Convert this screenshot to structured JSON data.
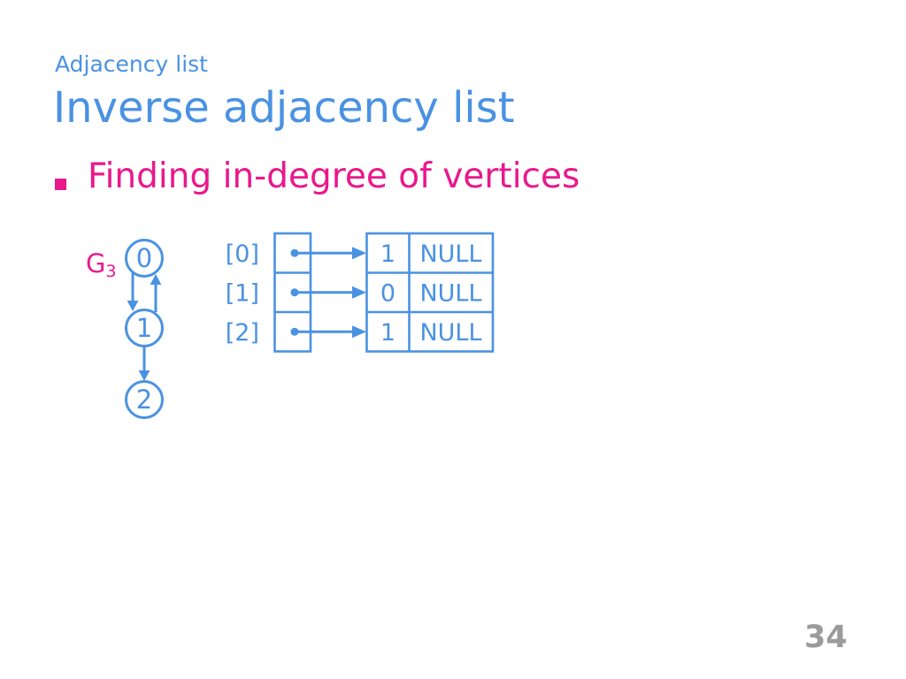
{
  "slide": {
    "eyebrow": "Adjacency list",
    "title": "Inverse adjacency list",
    "bullet_text": "Finding in-degree of vertices",
    "page_number": "34"
  },
  "colors": {
    "blue": "#4a92e2",
    "pink": "#e9188c",
    "gray": "#9b9b9b",
    "background": "#ffffff"
  },
  "graph": {
    "name": "G",
    "name_subscript": "3",
    "nodes": [
      {
        "label": "0"
      },
      {
        "label": "1"
      },
      {
        "label": "2"
      }
    ],
    "edges": [
      {
        "from": "0",
        "to": "1"
      },
      {
        "from": "1",
        "to": "0"
      },
      {
        "from": "1",
        "to": "2"
      }
    ]
  },
  "inverse_adjacency_list": {
    "rows": [
      {
        "index_label": "[0]",
        "vertex": "1",
        "next": "NULL"
      },
      {
        "index_label": "[1]",
        "vertex": "0",
        "next": "NULL"
      },
      {
        "index_label": "[2]",
        "vertex": "1",
        "next": "NULL"
      }
    ]
  }
}
